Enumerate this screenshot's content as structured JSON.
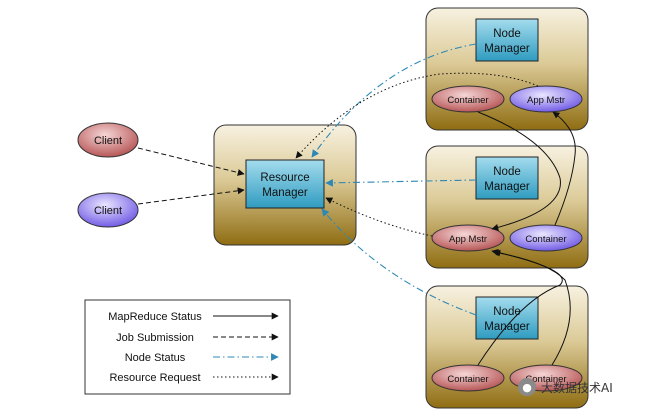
{
  "nodes": {
    "client_top": "Client",
    "client_bottom": "Client",
    "resource_manager": [
      "Resource",
      "Manager"
    ],
    "node_manager_1": [
      "Node",
      "Manager"
    ],
    "node_manager_2": [
      "Node",
      "Manager"
    ],
    "node_manager_3": [
      "Node",
      "Manager"
    ],
    "container_1": "Container",
    "app_mstr_1": "App Mstr",
    "app_mstr_2": "App Mstr",
    "container_2": "Container",
    "container_3": "Container",
    "container_4": "Container"
  },
  "legend": [
    {
      "label": "MapReduce Status",
      "style": "solid"
    },
    {
      "label": "Job Submission",
      "style": "dashed"
    },
    {
      "label": "Node Status",
      "style": "dashdot"
    },
    {
      "label": "Resource Request",
      "style": "dotted"
    }
  ],
  "watermark": {
    "icon": "wechat-icon",
    "text": "大数据技术AI"
  },
  "colors": {
    "node_box_top": "#f7f1e0",
    "node_box_bottom": "#8f6d12",
    "manager_box": "#49b7d6",
    "node_status_line": "#2e88b5",
    "client_red": "#c25a5a",
    "client_blue": "#7d66ec"
  }
}
